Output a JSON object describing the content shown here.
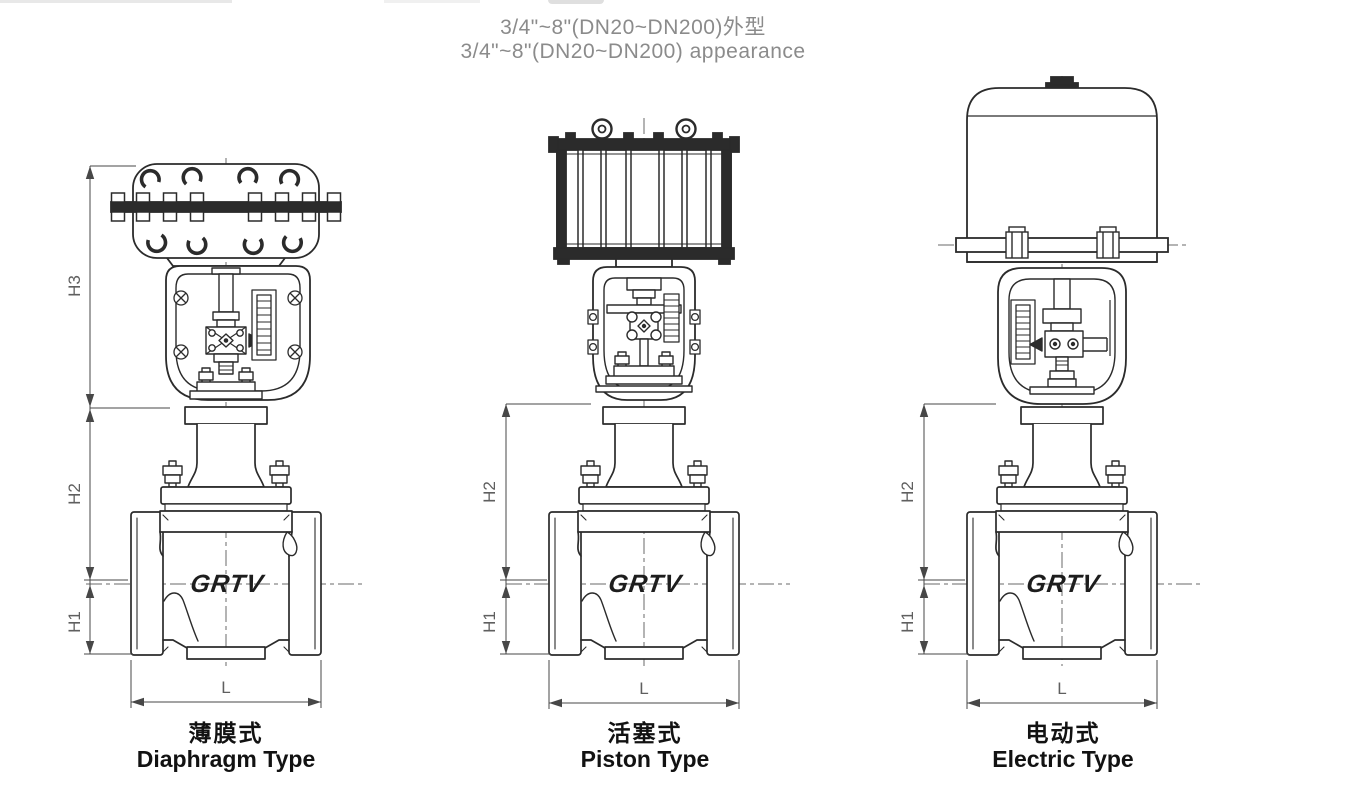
{
  "title": {
    "line1": "3/4\"~8\"(DN20~DN200)外型",
    "line2": "3/4\"~8\"(DN20~DN200) appearance"
  },
  "figures": [
    {
      "id": "diaphragm",
      "label_zh": "薄膜式",
      "label_en": "Diaphragm Type",
      "logo": "GRTV",
      "dim_labels": {
        "h3": "H3",
        "h2": "H2",
        "h1": "H1",
        "l": "L"
      }
    },
    {
      "id": "piston",
      "label_zh": "活塞式",
      "label_en": "Piston Type",
      "logo": "GRTV",
      "dim_labels": {
        "h2": "H2",
        "h1": "H1",
        "l": "L"
      }
    },
    {
      "id": "electric",
      "label_zh": "电动式",
      "label_en": "Electric Type",
      "logo": "GRTV",
      "dim_labels": {
        "h2": "H2",
        "h1": "H1",
        "l": "L"
      }
    }
  ],
  "colors": {
    "background": "#ffffff",
    "drawing_line": "#2b2b2b",
    "dimension_line": "#474747",
    "dimension_text": "#5f5f5f",
    "title_text": "#8b8b8b",
    "label_text": "#121212"
  }
}
